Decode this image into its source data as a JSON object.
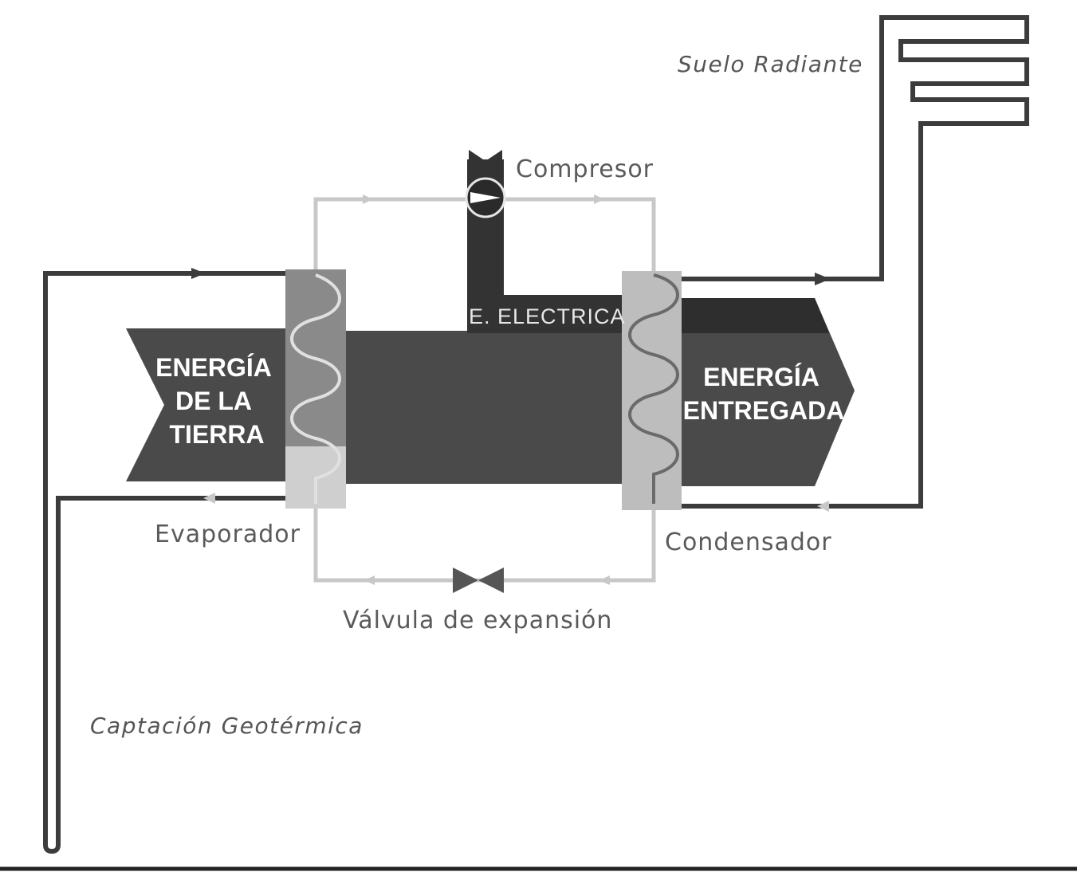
{
  "labels": {
    "suelo_radiante": "Suelo Radiante",
    "compresor": "Compresor",
    "energia_tierra": [
      "ENERGÍA",
      "DE LA",
      "TIERRA"
    ],
    "energia_entregada": [
      "ENERGÍA",
      "ENTREGADA"
    ],
    "energia_electrica": "E. ELECTRICA",
    "evaporador": "Evaporador",
    "condensador": "Condensador",
    "valvula_expansion": "Válvula de expansión",
    "captacion_geotermica": "Captación Geotérmica"
  },
  "colors": {
    "energy_band": "#4a4a4a",
    "energy_band_dark": "#2e2e2e",
    "pipe_dark": "#3c3c3c",
    "pipe_light": "#c8c8c8",
    "text": "#5a5a5a"
  }
}
